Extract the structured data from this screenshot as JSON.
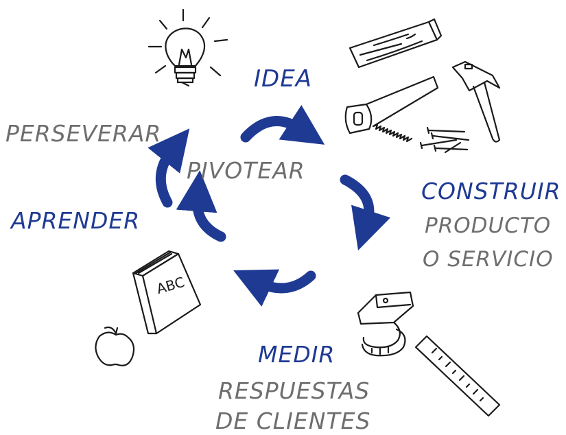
{
  "colors": {
    "accent": "#1f3a93",
    "muted_text": "#6e6e6e",
    "ink": "#1a1a1a"
  },
  "center": {
    "label": "PIVOTEAR"
  },
  "steps": {
    "idea": "IDEA",
    "construir": "CONSTRUIR",
    "producto": "PRODUCTO",
    "servicio": "O SERVICIO",
    "medir": "MEDIR",
    "respuestas": "RESPUESTAS",
    "clientes": "DE CLIENTES",
    "aprender": "APRENDER",
    "perseverar": "PERSEVERAR"
  },
  "book": {
    "cover_text": "ABC"
  },
  "icons": [
    "lightbulb-icon",
    "wood-plank-icon",
    "saw-icon",
    "hammer-icon",
    "nails-icon",
    "tape-measure-icon",
    "ruler-icon",
    "book-icon",
    "apple-icon"
  ]
}
